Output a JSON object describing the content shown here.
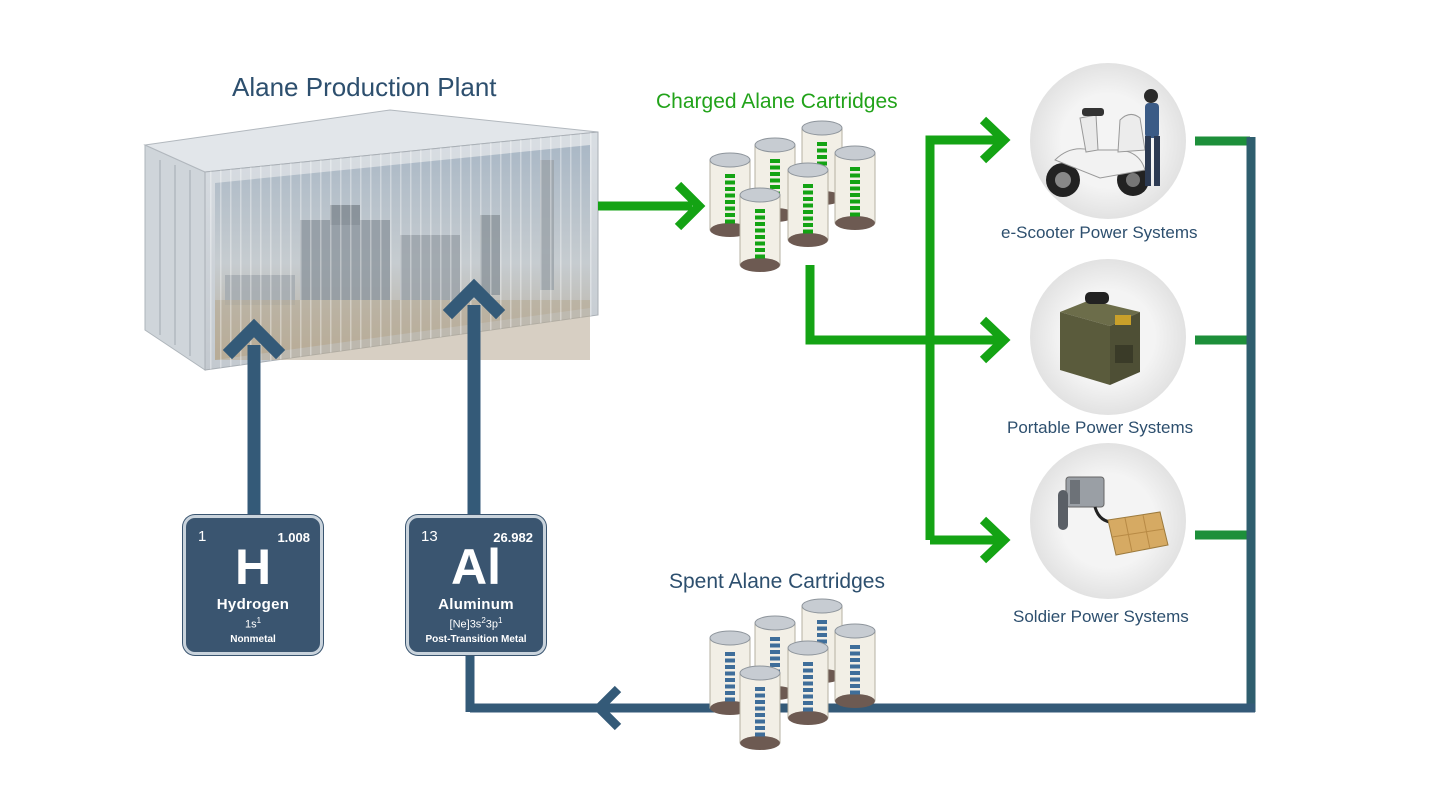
{
  "plant": {
    "title": "Alane Production Plant"
  },
  "charged": {
    "title": "Charged Alane Cartridges"
  },
  "spent": {
    "title": "Spent Alane Cartridges"
  },
  "systems": [
    {
      "label": "e-Scooter Power Systems"
    },
    {
      "label": "Portable Power Systems"
    },
    {
      "label": "Soldier Power Systems"
    }
  ],
  "elements": {
    "hydrogen": {
      "number": "1",
      "mass": "1.008",
      "symbol": "H",
      "name": "Hydrogen",
      "config": "1s",
      "config_sup": "1",
      "category": "Nonmetal"
    },
    "aluminum": {
      "number": "13",
      "mass": "26.982",
      "symbol": "Al",
      "name": "Aluminum",
      "config_a": "[Ne]3s",
      "config_sup_a": "2",
      "config_b": "3p",
      "config_sup_b": "1",
      "category": "Post-Transition Metal"
    }
  },
  "colors": {
    "green": "#14a314",
    "blue": "#345a78",
    "label_blue": "#2d4f6e",
    "label_green": "#22a31a"
  }
}
